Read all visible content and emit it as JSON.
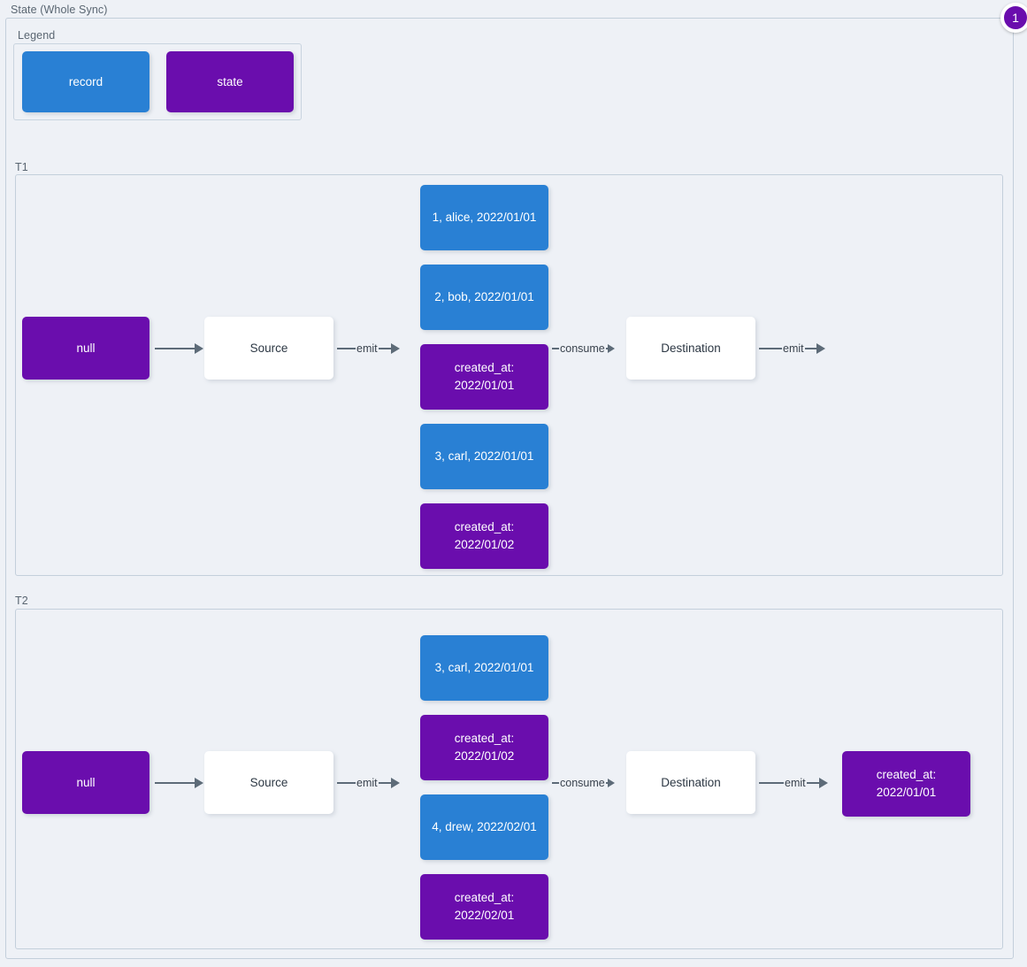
{
  "diagram": {
    "title": "State (Whole Sync)",
    "badge": "1",
    "legend": {
      "title": "Legend",
      "items": [
        {
          "label": "record",
          "color": "#2980d4",
          "kind": "record"
        },
        {
          "label": "state",
          "color": "#6a0dad",
          "kind": "state"
        }
      ]
    },
    "colors": {
      "record": "#2980d4",
      "state": "#6a0dad",
      "plain_node_bg": "#ffffff",
      "edge": "#5d6b78",
      "canvas_bg": "#eef1f6",
      "border": "#c3cfdb",
      "badge": "#6a0dad"
    },
    "sections": [
      {
        "id": "t1",
        "label": "T1",
        "nodes": {
          "input_state": "null",
          "source": "Source",
          "destination": "Destination"
        },
        "edges": {
          "state_to_source": "",
          "source_emit": "emit",
          "consume": "consume",
          "destination_emit": "emit"
        },
        "stream": [
          {
            "kind": "record",
            "text": "1, alice, 2022/01/01"
          },
          {
            "kind": "record",
            "text": "2, bob, 2022/01/01"
          },
          {
            "kind": "state",
            "text": "created_at:\n2022/01/01"
          },
          {
            "kind": "record",
            "text": "3, carl, 2022/01/01"
          },
          {
            "kind": "state",
            "text": "created_at:\n2022/01/02"
          }
        ],
        "output_state": null
      },
      {
        "id": "t2",
        "label": "T2",
        "nodes": {
          "input_state": "null",
          "source": "Source",
          "destination": "Destination"
        },
        "edges": {
          "state_to_source": "",
          "source_emit": "emit",
          "consume": "consume",
          "destination_emit": "emit"
        },
        "stream": [
          {
            "kind": "record",
            "text": "3, carl, 2022/01/01"
          },
          {
            "kind": "state",
            "text": "created_at:\n2022/01/02"
          },
          {
            "kind": "record",
            "text": "4, drew, 2022/02/01"
          },
          {
            "kind": "state",
            "text": "created_at:\n2022/02/01"
          }
        ],
        "output_state": "created_at:\n2022/01/01"
      }
    ]
  }
}
